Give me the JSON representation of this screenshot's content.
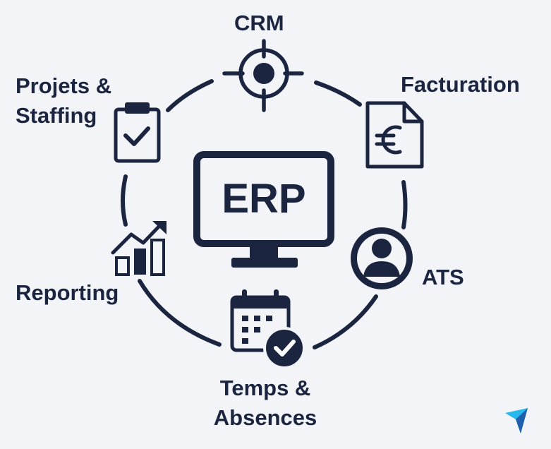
{
  "center": {
    "title": "ERP"
  },
  "modules": {
    "crm": "CRM",
    "facturation": "Facturation",
    "ats": "ATS",
    "temps_line1": "Temps &",
    "temps_line2": "Absences",
    "reporting": "Reporting",
    "projets_line1": "Projets &",
    "projets_line2": "Staffing"
  },
  "icons": {
    "crm": "target-icon",
    "facturation": "euro-invoice-icon",
    "ats": "user-avatar-icon",
    "temps": "calendar-check-icon",
    "reporting": "bar-chart-growth-icon",
    "projets": "clipboard-check-icon",
    "center": "monitor-icon",
    "brand": "arrow-logo-icon"
  },
  "colors": {
    "ink": "#1b2540",
    "background": "#f2f4f8",
    "brand_light": "#27b9ee",
    "brand_dark": "#1f5fae"
  }
}
